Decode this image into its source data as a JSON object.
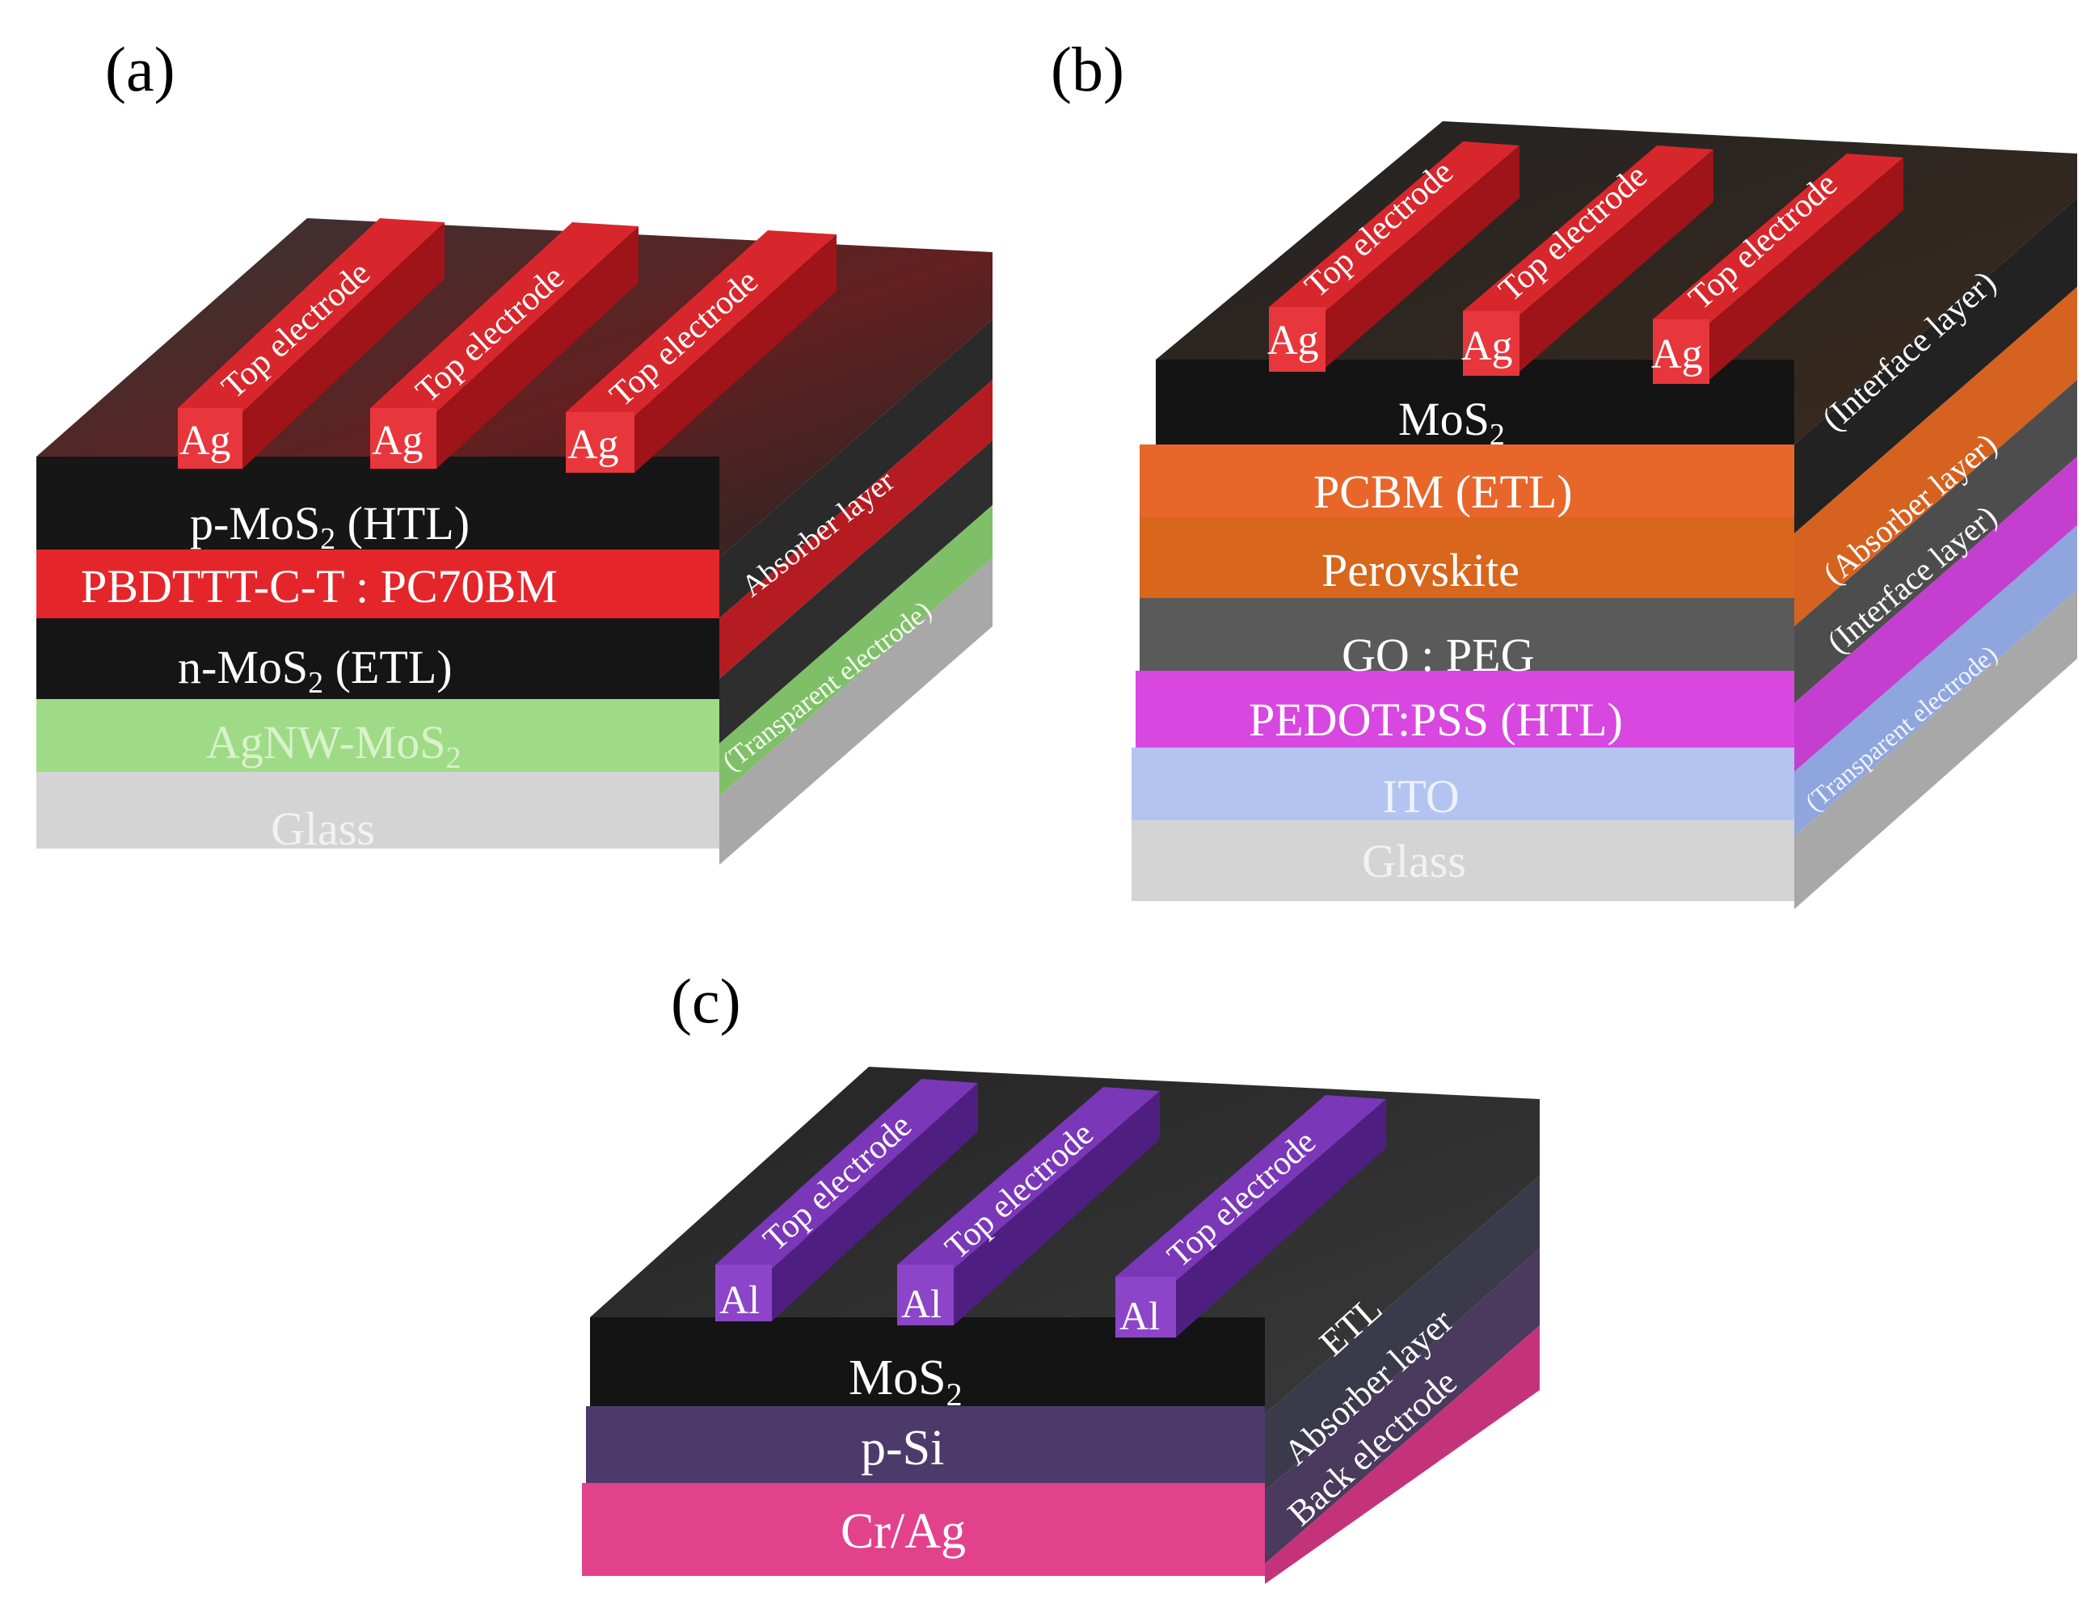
{
  "panels": {
    "a": {
      "label": "(a)",
      "electrode_material": "Ag",
      "electrode_caption": "Top electrode",
      "layers": [
        {
          "name": "p-MoS",
          "sub": "2",
          "rest": " (HTL)",
          "color": "#161616"
        },
        {
          "name": "PBDTTT-C-T : PC70BM",
          "sub": "",
          "rest": "",
          "color": "#e4262b"
        },
        {
          "name": "n-MoS",
          "sub": "2",
          "rest": " (ETL)",
          "color": "#141414"
        },
        {
          "name": "AgNW-MoS",
          "sub": "2",
          "rest": "",
          "color": "#9fdb86"
        },
        {
          "name": "Glass",
          "sub": "",
          "rest": "",
          "color": "#cfcfcf"
        }
      ],
      "side_labels": [
        "Absorber layer",
        "(Transparent electrode)"
      ]
    },
    "b": {
      "label": "(b)",
      "electrode_material": "Ag",
      "electrode_caption": "Top electrode",
      "layers": [
        {
          "name": "MoS",
          "sub": "2",
          "rest": "",
          "color": "#141414"
        },
        {
          "name": "PCBM (ETL)",
          "sub": "",
          "rest": "",
          "color": "#e8662a"
        },
        {
          "name": "Perovskite",
          "sub": "",
          "rest": "",
          "color": "#d8661c"
        },
        {
          "name": "GO : PEG",
          "sub": "",
          "rest": "",
          "color": "#5a5a5a"
        },
        {
          "name": "PEDOT:PSS (HTL)",
          "sub": "",
          "rest": "",
          "color": "#d847e0"
        },
        {
          "name": "ITO",
          "sub": "",
          "rest": "",
          "color": "#aec0ee"
        },
        {
          "name": "Glass",
          "sub": "",
          "rest": "",
          "color": "#cfcfcf"
        }
      ],
      "side_labels": [
        "(Interface layer)",
        "(Absorber layer)",
        "(Interface layer)",
        "(Transparent electrode)"
      ]
    },
    "c": {
      "label": "(c)",
      "electrode_material": "Al",
      "electrode_caption": "Top electrode",
      "layers": [
        {
          "name": "MoS",
          "sub": "2",
          "rest": "",
          "color": "#141414"
        },
        {
          "name": "p-Si",
          "sub": "",
          "rest": "",
          "color": "#4b3a6a"
        },
        {
          "name": "Cr/Ag",
          "sub": "",
          "rest": "",
          "color": "#e2428c"
        }
      ],
      "side_labels": [
        "ETL",
        "Absorber layer",
        "Back electrode"
      ]
    }
  }
}
